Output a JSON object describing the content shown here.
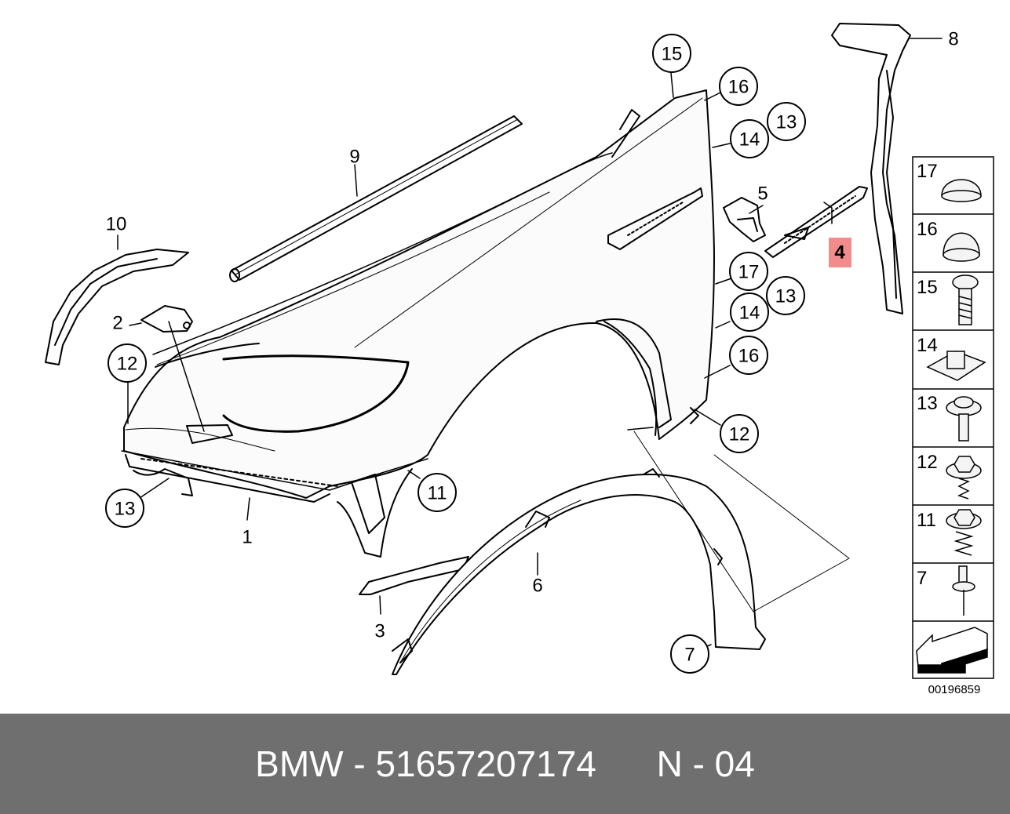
{
  "diagram": {
    "callouts": {
      "c1": "1",
      "c2": "2",
      "c3": "3",
      "c4": "4",
      "c5": "5",
      "c6": "6",
      "c7": "7",
      "c8": "8",
      "c9": "9",
      "c10": "10",
      "c11": "11",
      "c12a": "12",
      "c12b": "12",
      "c13a": "13",
      "c13b": "13",
      "c13c": "13",
      "c14a": "14",
      "c14b": "14",
      "c15": "15",
      "c16a": "16",
      "c16b": "16",
      "c17": "17"
    },
    "legend": [
      {
        "num": "17",
        "icon": "dome-cap-icon"
      },
      {
        "num": "16",
        "icon": "round-cap-icon"
      },
      {
        "num": "15",
        "icon": "screw-icon"
      },
      {
        "num": "14",
        "icon": "clip-nut-icon"
      },
      {
        "num": "13",
        "icon": "collar-screw-icon"
      },
      {
        "num": "12",
        "icon": "hex-collar-screw-icon"
      },
      {
        "num": "11",
        "icon": "hex-screw-icon"
      },
      {
        "num": "7",
        "icon": "rivet-icon"
      }
    ],
    "legend_arrow_icon": "arrow-icon",
    "diagram_number": "00196859",
    "highlight_color": "#f28b8b"
  },
  "footer": {
    "brand": "BMW",
    "part_number": "51657207174",
    "position": "N - 04"
  }
}
